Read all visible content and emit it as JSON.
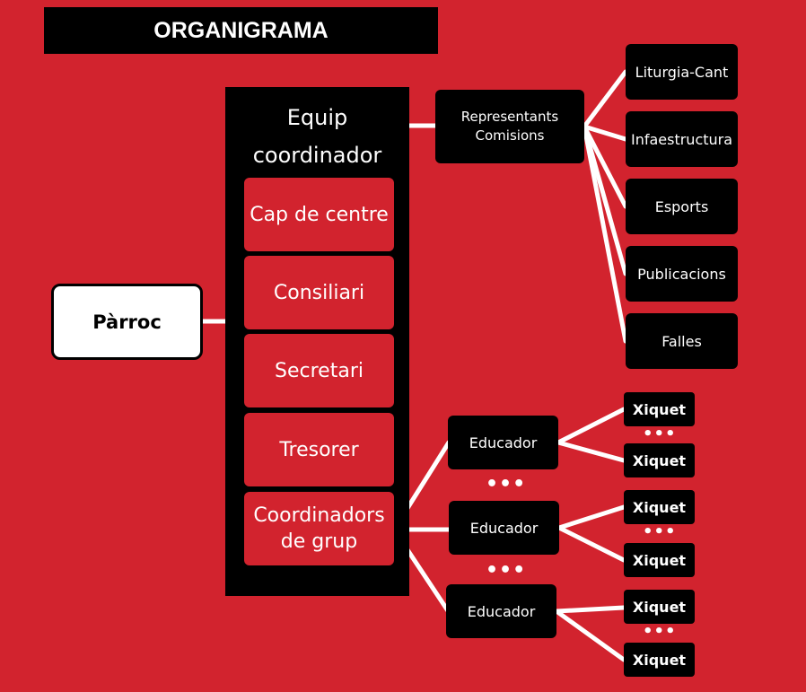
{
  "title": "ORGANIGRAMA",
  "parroc": "Pàrroc",
  "equip": {
    "title_line1": "Equip",
    "title_line2": "coordinador"
  },
  "roles": [
    {
      "line1": "Cap de centre",
      "line2": ""
    },
    {
      "line1": "Consiliari",
      "line2": ""
    },
    {
      "line1": "Secretari",
      "line2": ""
    },
    {
      "line1": "Tresorer",
      "line2": ""
    },
    {
      "line1": "Coordinadors",
      "line2": "de grup"
    }
  ],
  "representants": {
    "line1": "Representants",
    "line2": "Comisions"
  },
  "comisions": [
    "Liturgia-Cant",
    "Infaestructura",
    "Esports",
    "Publicacions",
    "Falles"
  ],
  "educadors": [
    "Educador",
    "Educador",
    "Educador"
  ],
  "xiquets": [
    "Xiquet",
    "Xiquet",
    "Xiquet",
    "Xiquet",
    "Xiquet",
    "Xiquet"
  ],
  "ellipsis": "•••",
  "colors": {
    "background": "#d2232e",
    "box": "#000000",
    "parroc_box": "#ffffff",
    "connector": "#ffffff"
  }
}
